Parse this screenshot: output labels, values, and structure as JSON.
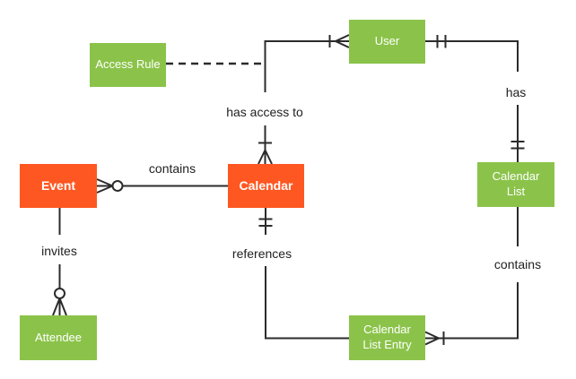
{
  "diagram": {
    "type": "entity-relationship",
    "notation": "crows-foot",
    "colors": {
      "entity_green": "#8BC34A",
      "entity_orange": "#FF5722",
      "entity_text": "#ffffff",
      "line": "#2b2b2b",
      "label_text": "#212121",
      "background": "#ffffff"
    },
    "entities": [
      {
        "label": "Event",
        "variant": "orange"
      },
      {
        "label": "Calendar",
        "variant": "orange"
      },
      {
        "label": "Access Rule",
        "variant": "green"
      },
      {
        "label": "User",
        "variant": "green"
      },
      {
        "label": "Calendar List",
        "variant": "green"
      },
      {
        "label": "Calendar List Entry",
        "variant": "green"
      },
      {
        "label": "Attendee",
        "variant": "green"
      }
    ],
    "relationships": [
      {
        "label": "contains",
        "from": "Calendar",
        "to": "Event",
        "from_end": "plain",
        "to_end": "zero-or-many",
        "style": "solid"
      },
      {
        "label": "invites",
        "from": "Event",
        "to": "Attendee",
        "from_end": "plain",
        "to_end": "zero-or-many",
        "style": "solid"
      },
      {
        "label": "has access to",
        "from": "Calendar",
        "to": "User",
        "from_end": "one-or-many",
        "to_end": "one-or-many",
        "style": "solid"
      },
      {
        "label": "has",
        "from": "User",
        "to": "Calendar List",
        "from_end": "exactly-one",
        "to_end": "exactly-one",
        "style": "solid"
      },
      {
        "label": "references",
        "from": "Calendar",
        "to": "Calendar List Entry",
        "from_end": "exactly-one",
        "to_end": "plain",
        "style": "solid"
      },
      {
        "label": "contains",
        "from": "Calendar List",
        "to": "Calendar List Entry",
        "from_end": "plain",
        "to_end": "one-or-many",
        "style": "solid"
      },
      {
        "label": "",
        "from": "Access Rule",
        "to": "Calendar-User relationship line",
        "from_end": "plain",
        "to_end": "plain",
        "style": "dashed"
      }
    ]
  }
}
